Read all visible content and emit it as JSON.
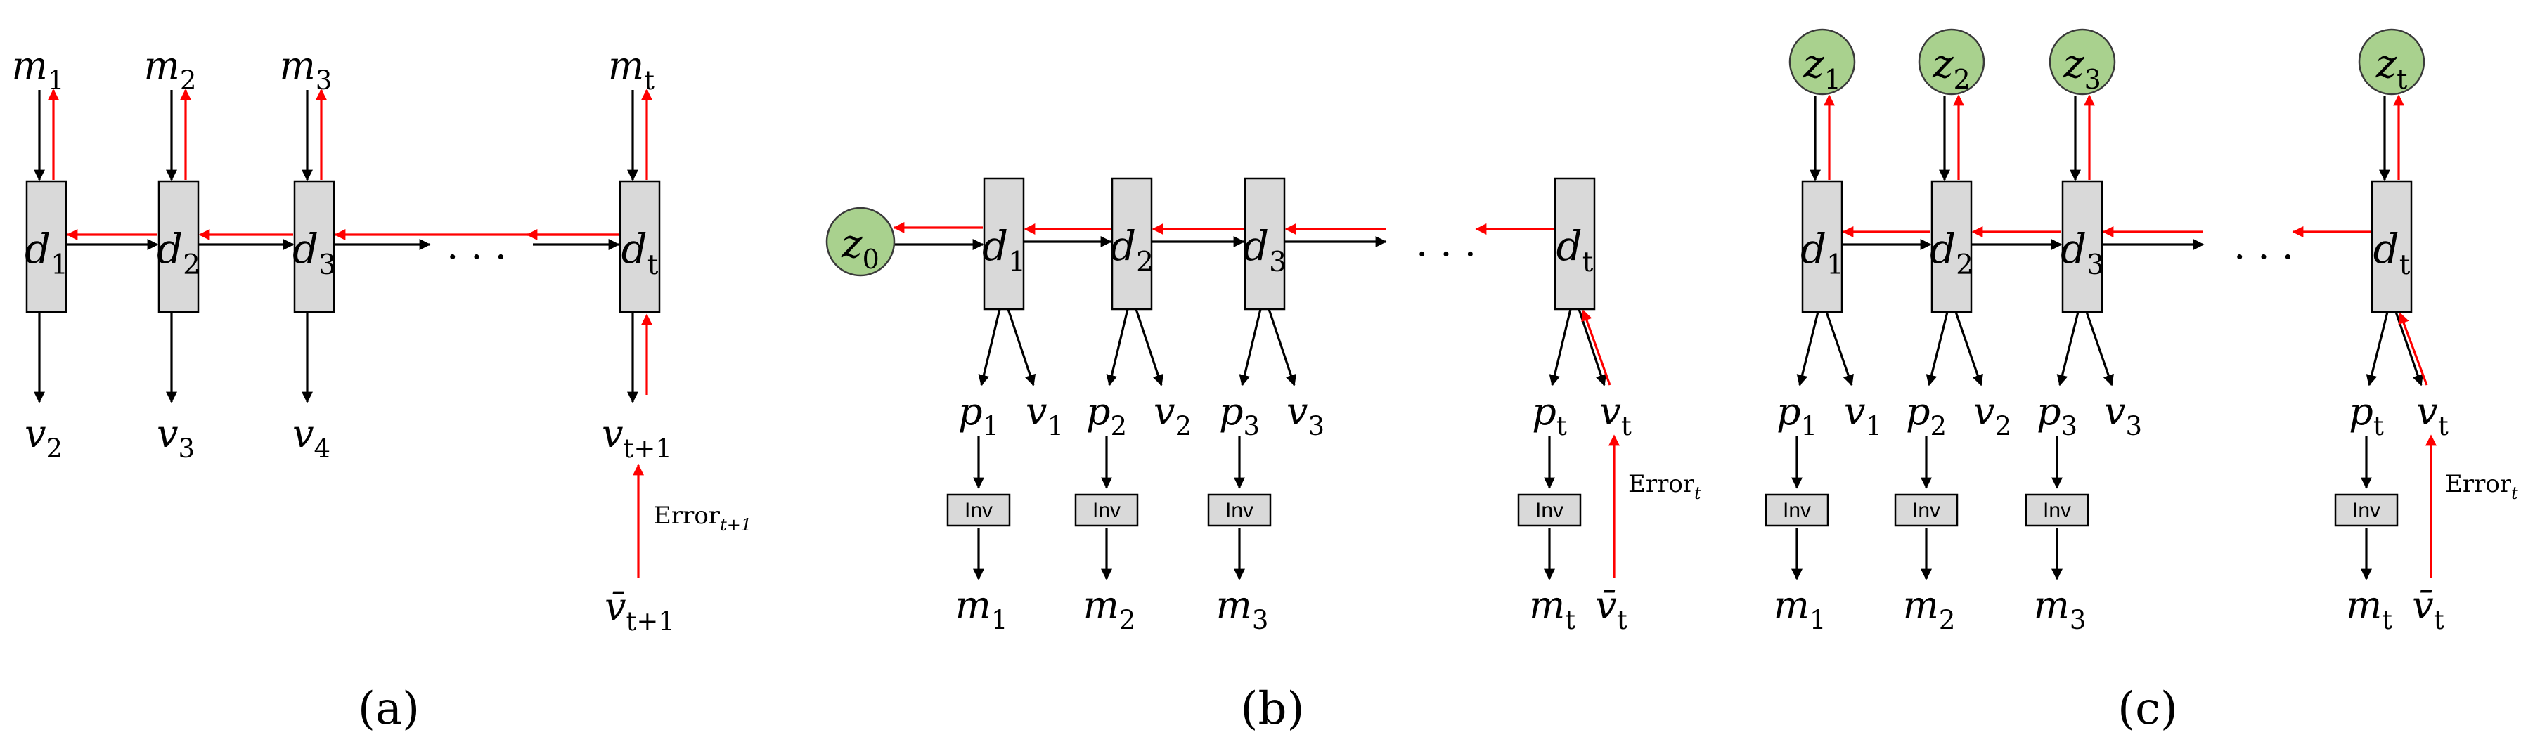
{
  "colors": {
    "block_fill": "#d9d9d9",
    "node_fill": "#a9d18e",
    "forward_arrow": "#000000",
    "backward_arrow": "#ff0000"
  },
  "labels": {
    "dots": ". . .",
    "inv": "Inv",
    "error": "Error",
    "error_sub_a": "t+1",
    "error_sub_t": "t"
  },
  "panels": [
    {
      "caption": "(a)",
      "inputs": [
        {
          "base": "m",
          "sub": "1"
        },
        {
          "base": "m",
          "sub": "2"
        },
        {
          "base": "m",
          "sub": "3"
        },
        {
          "base": "m",
          "sub": "t"
        }
      ],
      "blocks": [
        {
          "base": "d",
          "sub": "1"
        },
        {
          "base": "d",
          "sub": "2"
        },
        {
          "base": "d",
          "sub": "3"
        },
        {
          "base": "d",
          "sub": "t"
        }
      ],
      "outputs": [
        {
          "base": "v",
          "sub": "2"
        },
        {
          "base": "v",
          "sub": "3"
        },
        {
          "base": "v",
          "sub": "4"
        },
        {
          "base": "v",
          "sub": "t+1"
        }
      ],
      "target": {
        "base": "v̄",
        "sub": "t+1"
      }
    },
    {
      "caption": "(b)",
      "initial_state": {
        "base": "z",
        "sub": "0"
      },
      "blocks": [
        {
          "base": "d",
          "sub": "1"
        },
        {
          "base": "d",
          "sub": "2"
        },
        {
          "base": "d",
          "sub": "3"
        },
        {
          "base": "d",
          "sub": "t"
        }
      ],
      "p_outputs": [
        {
          "base": "p",
          "sub": "1"
        },
        {
          "base": "p",
          "sub": "2"
        },
        {
          "base": "p",
          "sub": "3"
        },
        {
          "base": "p",
          "sub": "t"
        }
      ],
      "v_outputs": [
        {
          "base": "v",
          "sub": "1"
        },
        {
          "base": "v",
          "sub": "2"
        },
        {
          "base": "v",
          "sub": "3"
        },
        {
          "base": "v",
          "sub": "t"
        }
      ],
      "m_outputs": [
        {
          "base": "m",
          "sub": "1"
        },
        {
          "base": "m",
          "sub": "2"
        },
        {
          "base": "m",
          "sub": "3"
        },
        {
          "base": "m",
          "sub": "t"
        }
      ],
      "target": {
        "base": "v̄",
        "sub": "t"
      }
    },
    {
      "caption": "(c)",
      "latents": [
        {
          "base": "z",
          "sub": "1"
        },
        {
          "base": "z",
          "sub": "2"
        },
        {
          "base": "z",
          "sub": "3"
        },
        {
          "base": "z",
          "sub": "t"
        }
      ],
      "blocks": [
        {
          "base": "d",
          "sub": "1"
        },
        {
          "base": "d",
          "sub": "2"
        },
        {
          "base": "d",
          "sub": "3"
        },
        {
          "base": "d",
          "sub": "t"
        }
      ],
      "p_outputs": [
        {
          "base": "p",
          "sub": "1"
        },
        {
          "base": "p",
          "sub": "2"
        },
        {
          "base": "p",
          "sub": "3"
        },
        {
          "base": "p",
          "sub": "t"
        }
      ],
      "v_outputs": [
        {
          "base": "v",
          "sub": "1"
        },
        {
          "base": "v",
          "sub": "2"
        },
        {
          "base": "v",
          "sub": "3"
        },
        {
          "base": "v",
          "sub": "t"
        }
      ],
      "m_outputs": [
        {
          "base": "m",
          "sub": "1"
        },
        {
          "base": "m",
          "sub": "2"
        },
        {
          "base": "m",
          "sub": "3"
        },
        {
          "base": "m",
          "sub": "t"
        }
      ],
      "target": {
        "base": "v̄",
        "sub": "t"
      }
    }
  ]
}
